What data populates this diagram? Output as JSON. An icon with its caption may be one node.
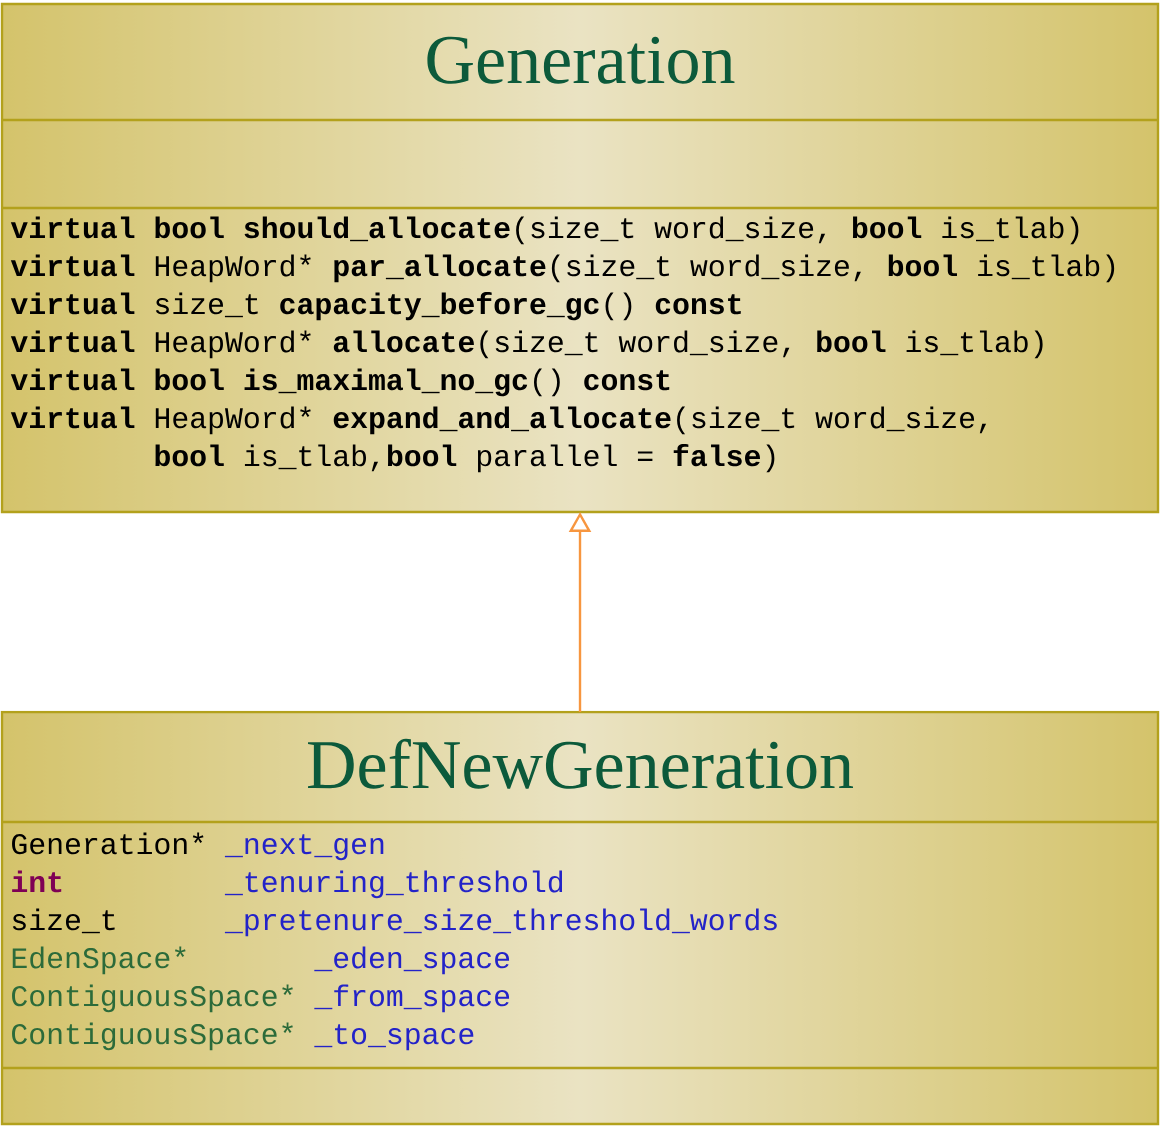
{
  "diagram": {
    "nodes": [
      {
        "text": [
          "Generation",
          "**virtual bool should_allocate**(size_t word_size, **bool** is_tlab)",
          "**virtual** HeapWord* **par_allocate**(size_t word_size, **bool** is_tlab)",
          "**virtual** size_t **capacity_before_gc**() **const**",
          "**virtual** HeapWord* **allocate**(size_t word_size, **bool** is_tlab)",
          "**virtual bool is_maximal_no_gc**() **const**",
          "**virtual** HeapWord* **expand_and_allocate**(size_t word_size, **bool** is_tlab,**bool** parallel = **false**)"
        ]
      },
      {
        "text": [
          "DefNewGeneration",
          "Generation*",
          "_next_gen",
          "int",
          "_tenuring_threshold",
          "size_t",
          "_pretenure_size_threshold_words",
          "EdenSpace*",
          "_eden_space",
          "ContiguousSpace*",
          "_from_space",
          "ContiguousSpace*",
          "_to_space"
        ]
      }
    ],
    "edges": [
      {
        "from": 1,
        "to": 0,
        "arrow": "to"
      }
    ]
  }
}
